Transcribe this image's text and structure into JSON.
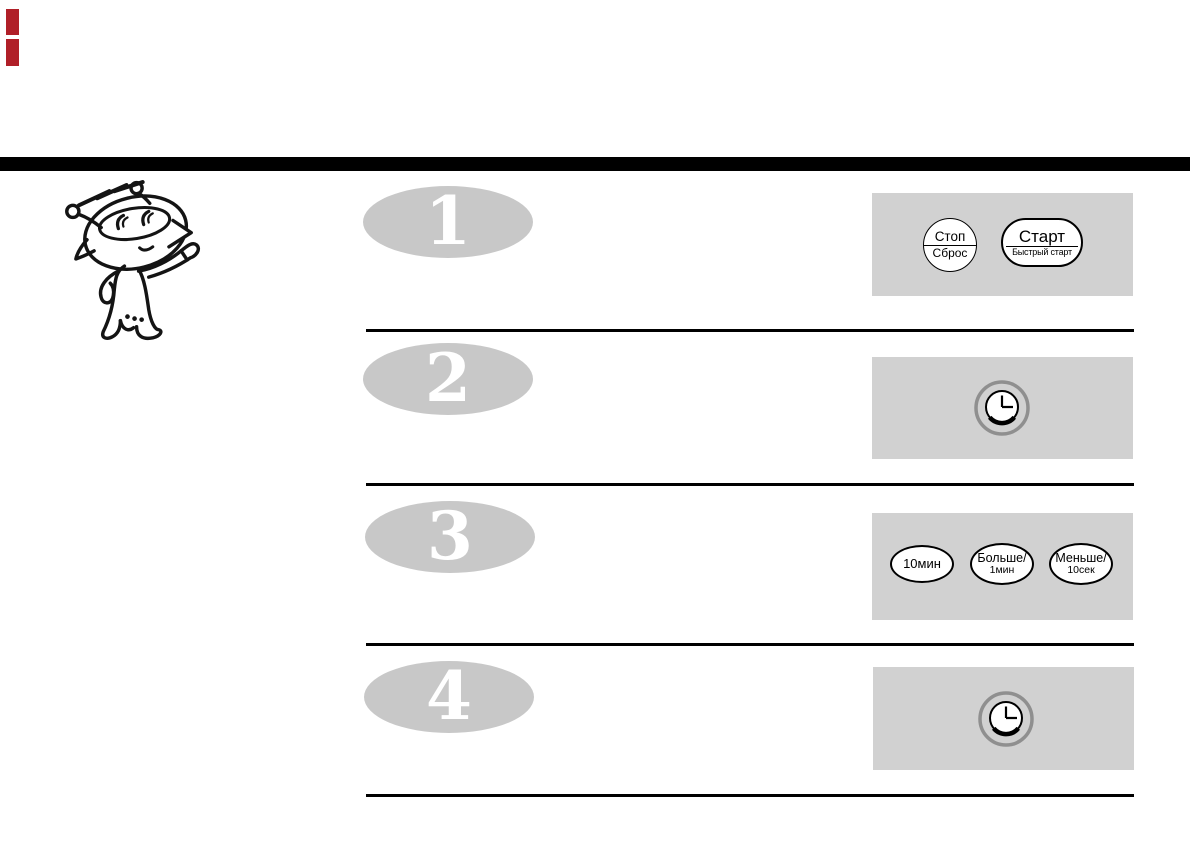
{
  "colors": {
    "top_bar": "#000000",
    "separator": "#000000",
    "panel_bg": "#d1d1d1",
    "number_oval_bg": "#c8c8c8",
    "clock_ring": "#8f8f8f",
    "corner_mark": "#b01f28",
    "button_bg": "#ffffff",
    "button_border": "#000000",
    "digit_color": "#ffffff"
  },
  "steps": [
    {
      "number": "1",
      "buttons": {
        "stop": {
          "top": "Стоп",
          "bottom": "Сброс"
        },
        "start": {
          "top": "Старт",
          "bottom": "Быстрый старт"
        }
      }
    },
    {
      "number": "2",
      "icon": "clock"
    },
    {
      "number": "3",
      "buttons": [
        {
          "line1": "10мин"
        },
        {
          "line1": "Больше/",
          "line2": "1мин"
        },
        {
          "line1": "Меньше/",
          "line2": "10сек"
        }
      ]
    },
    {
      "number": "4",
      "icon": "clock"
    }
  ]
}
